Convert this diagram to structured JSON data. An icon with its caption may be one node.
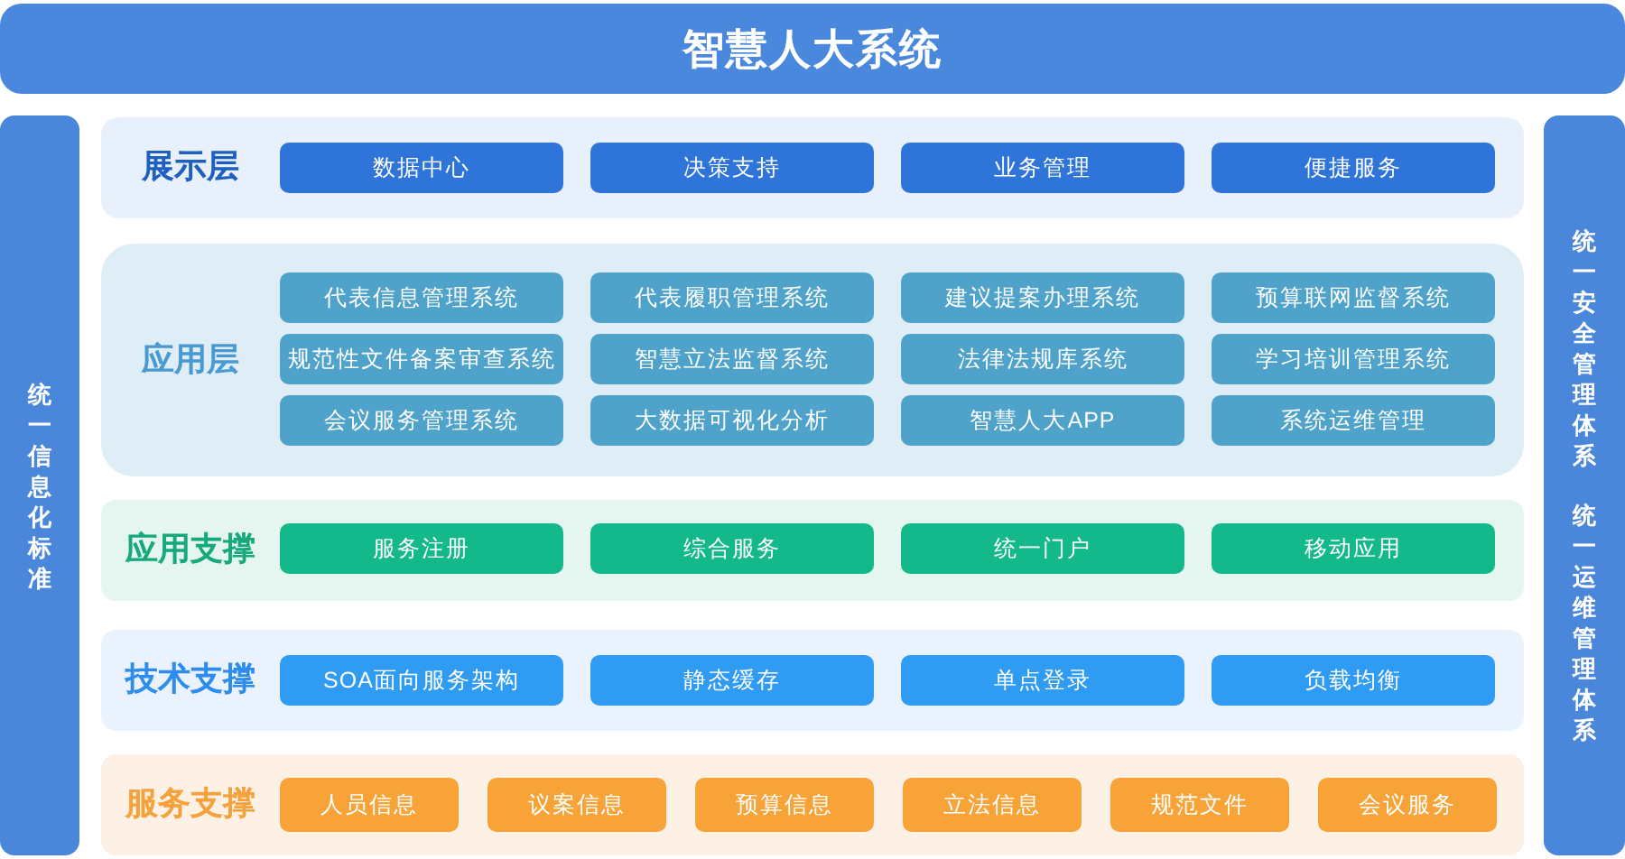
{
  "diagram": {
    "title": "智慧人大系统",
    "nodes": [
      {
        "text": [
          "统一信息化标准"
        ]
      },
      {
        "text": [
          "展示层"
        ]
      },
      {
        "text": [
          "数据中心"
        ],
        "in": 1
      },
      {
        "text": [
          "决策支持"
        ],
        "in": 1
      },
      {
        "text": [
          "业务管理"
        ],
        "in": 1
      },
      {
        "text": [
          "便捷服务"
        ],
        "in": 1
      },
      {
        "text": [
          "应用层"
        ]
      },
      {
        "text": [
          "代表信息管理系统"
        ],
        "in": 6
      },
      {
        "text": [
          "代表履职管理系统"
        ],
        "in": 6
      },
      {
        "text": [
          "建议提案办理系统"
        ],
        "in": 6
      },
      {
        "text": [
          "预算联网监督系统"
        ],
        "in": 6
      },
      {
        "text": [
          "规范性文件备案审查系统"
        ],
        "in": 6
      },
      {
        "text": [
          "智慧立法监督系统"
        ],
        "in": 6
      },
      {
        "text": [
          "法律法规库系统"
        ],
        "in": 6
      },
      {
        "text": [
          "学习培训管理系统"
        ],
        "in": 6
      },
      {
        "text": [
          "会议服务管理系统"
        ],
        "in": 6
      },
      {
        "text": [
          "大数据可视化分析"
        ],
        "in": 6
      },
      {
        "text": [
          "智慧人大APP"
        ],
        "in": 6
      },
      {
        "text": [
          "系统运维管理"
        ],
        "in": 6
      },
      {
        "text": [
          "应用支撑"
        ]
      },
      {
        "text": [
          "服务注册"
        ],
        "in": 19
      },
      {
        "text": [
          "综合服务"
        ],
        "in": 19
      },
      {
        "text": [
          "统一门户"
        ],
        "in": 19
      },
      {
        "text": [
          "移动应用"
        ],
        "in": 19
      },
      {
        "text": [
          "技术支撑"
        ]
      },
      {
        "text": [
          "SOA面向服务架构"
        ],
        "in": 24
      },
      {
        "text": [
          "静态缓存"
        ],
        "in": 24
      },
      {
        "text": [
          "单点登录"
        ],
        "in": 24
      },
      {
        "text": [
          "负载均衡"
        ],
        "in": 24
      },
      {
        "text": [
          "服务支撑"
        ]
      },
      {
        "text": [
          "人员信息"
        ],
        "in": 29
      },
      {
        "text": [
          "议案信息"
        ],
        "in": 29
      },
      {
        "text": [
          "预算信息"
        ],
        "in": 29
      },
      {
        "text": [
          "立法信息"
        ],
        "in": 29
      },
      {
        "text": [
          "规范文件"
        ],
        "in": 29
      },
      {
        "text": [
          "会议服务"
        ],
        "in": 29
      },
      {
        "text": [
          "统一安全管理体系",
          "统一运维管理体系"
        ]
      }
    ]
  }
}
